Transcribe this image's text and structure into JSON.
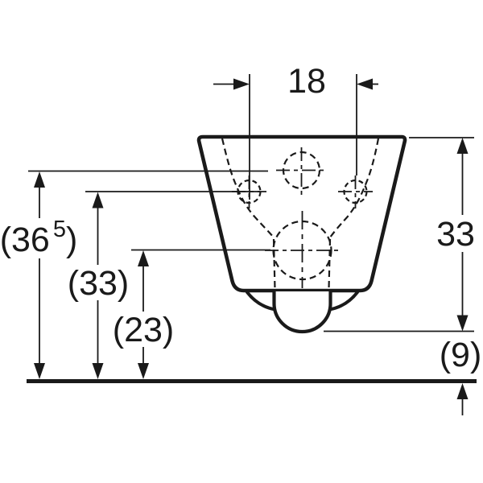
{
  "drawing": {
    "type": "technical-dimension-diagram",
    "subject": "wall-hung toilet, rear view with fixing holes and outlet",
    "labels": {
      "dim_width_18": "18",
      "dim_total_height_prefix": "(36",
      "dim_total_height_sup": "5",
      "dim_total_height_suffix": ")",
      "dim_height_33_paren": "(33)",
      "dim_height_23_paren": "(23)",
      "dim_height_33": "33",
      "dim_floor_9": "(9)"
    },
    "colors": {
      "ink": "#1a1a1a",
      "background": "#ffffff"
    }
  }
}
